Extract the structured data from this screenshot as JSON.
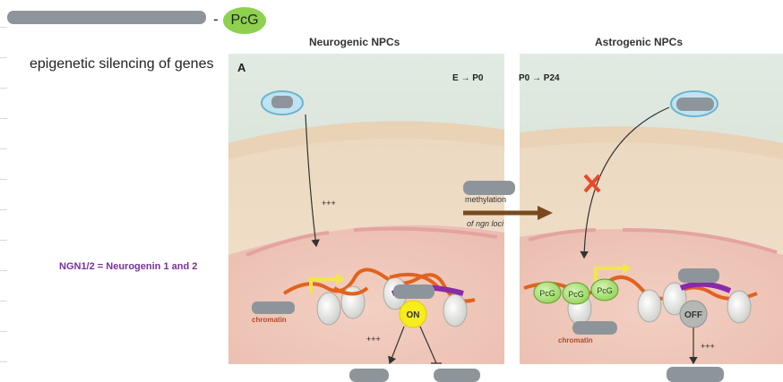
{
  "header": {
    "dash": "-",
    "pcg_badge": "PcG"
  },
  "subtitle": "epigenetic silencing of genes",
  "note": "NGN1/2 = Neurogenin 1 and 2",
  "figure": {
    "panel_letter": "A",
    "left_heading": "Neurogenic NPCs",
    "right_heading": "Astrogenic NPCs",
    "left_stage": "E → P0",
    "right_stage": "P0 → P24",
    "methylation_label": "methylation",
    "loci_label": "of ngn loci",
    "plus_left": "+++",
    "plus_bottom_left": "+++",
    "plus_bottom_right": "+++",
    "on_label": "ON",
    "off_label": "OFF",
    "chromatin_left": "chromatin",
    "chromatin_right": "chromatin",
    "pcg_labels": [
      "PcG",
      "PcG",
      "PcG"
    ],
    "colors": {
      "pcg_green": "#8dd14f",
      "note_purple": "#7a2fa0",
      "on_yellow": "#f7ec1c",
      "chromatin_orange": "#e2621e",
      "arrow_brown": "#7a4a1f",
      "cross_red": "#e64a2a"
    }
  }
}
